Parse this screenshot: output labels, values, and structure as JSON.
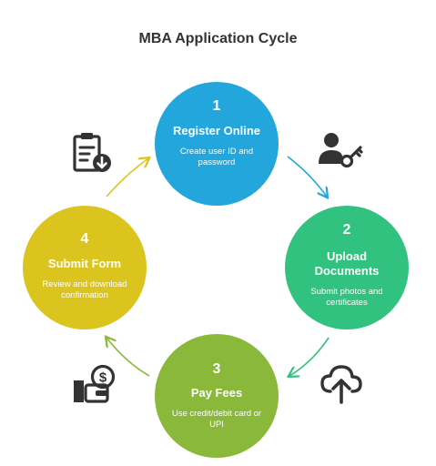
{
  "title": "MBA Application Cycle",
  "steps": [
    {
      "number": "1",
      "title": "Register Online",
      "description": "Create user ID and password",
      "color": "#22a6dc"
    },
    {
      "number": "2",
      "title": "Upload Documents",
      "description": "Submit photos and certificates",
      "color": "#32c27f"
    },
    {
      "number": "3",
      "title": "Pay Fees",
      "description": "Use credit/debit card or UPI",
      "color": "#8ab83a"
    },
    {
      "number": "4",
      "title": "Submit Form",
      "description": "Review and download confirmation",
      "color": "#dcc41f"
    }
  ],
  "icons": [
    "user-key-icon",
    "cloud-upload-icon",
    "wallet-dollar-icon",
    "clipboard-download-icon"
  ]
}
